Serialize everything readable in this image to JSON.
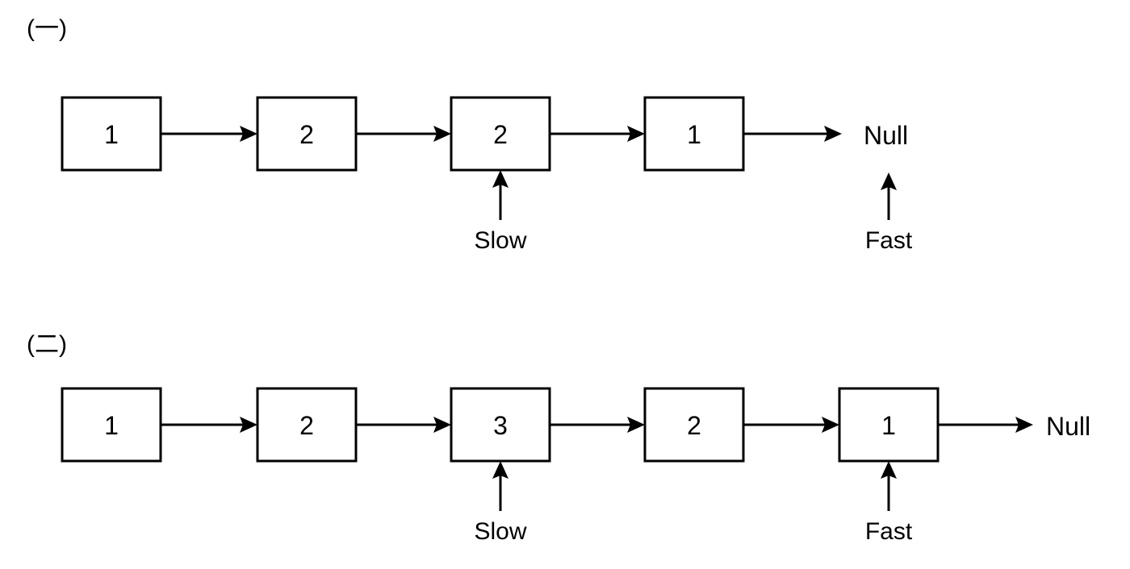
{
  "figure": {
    "title_a": "(一)",
    "title_b": "(二)",
    "stroke_color": "#000000",
    "background_color": "#ffffff",
    "terminal_label": "Null",
    "pointer_slow": "Slow",
    "pointer_fast": "Fast"
  },
  "part_one": {
    "label": "(一)",
    "nodes": [
      {
        "value": "1"
      },
      {
        "value": "2"
      },
      {
        "value": "2"
      },
      {
        "value": "1"
      }
    ],
    "terminal": "Null",
    "pointers": [
      {
        "name": "Slow",
        "target": "node-3"
      },
      {
        "name": "Fast",
        "target": "terminal-null"
      }
    ]
  },
  "part_two": {
    "label": "(二)",
    "nodes": [
      {
        "value": "1"
      },
      {
        "value": "2"
      },
      {
        "value": "3"
      },
      {
        "value": "2"
      },
      {
        "value": "1"
      }
    ],
    "terminal": "Null",
    "pointers": [
      {
        "name": "Slow",
        "target": "node-3"
      },
      {
        "name": "Fast",
        "target": "node-5"
      }
    ]
  }
}
